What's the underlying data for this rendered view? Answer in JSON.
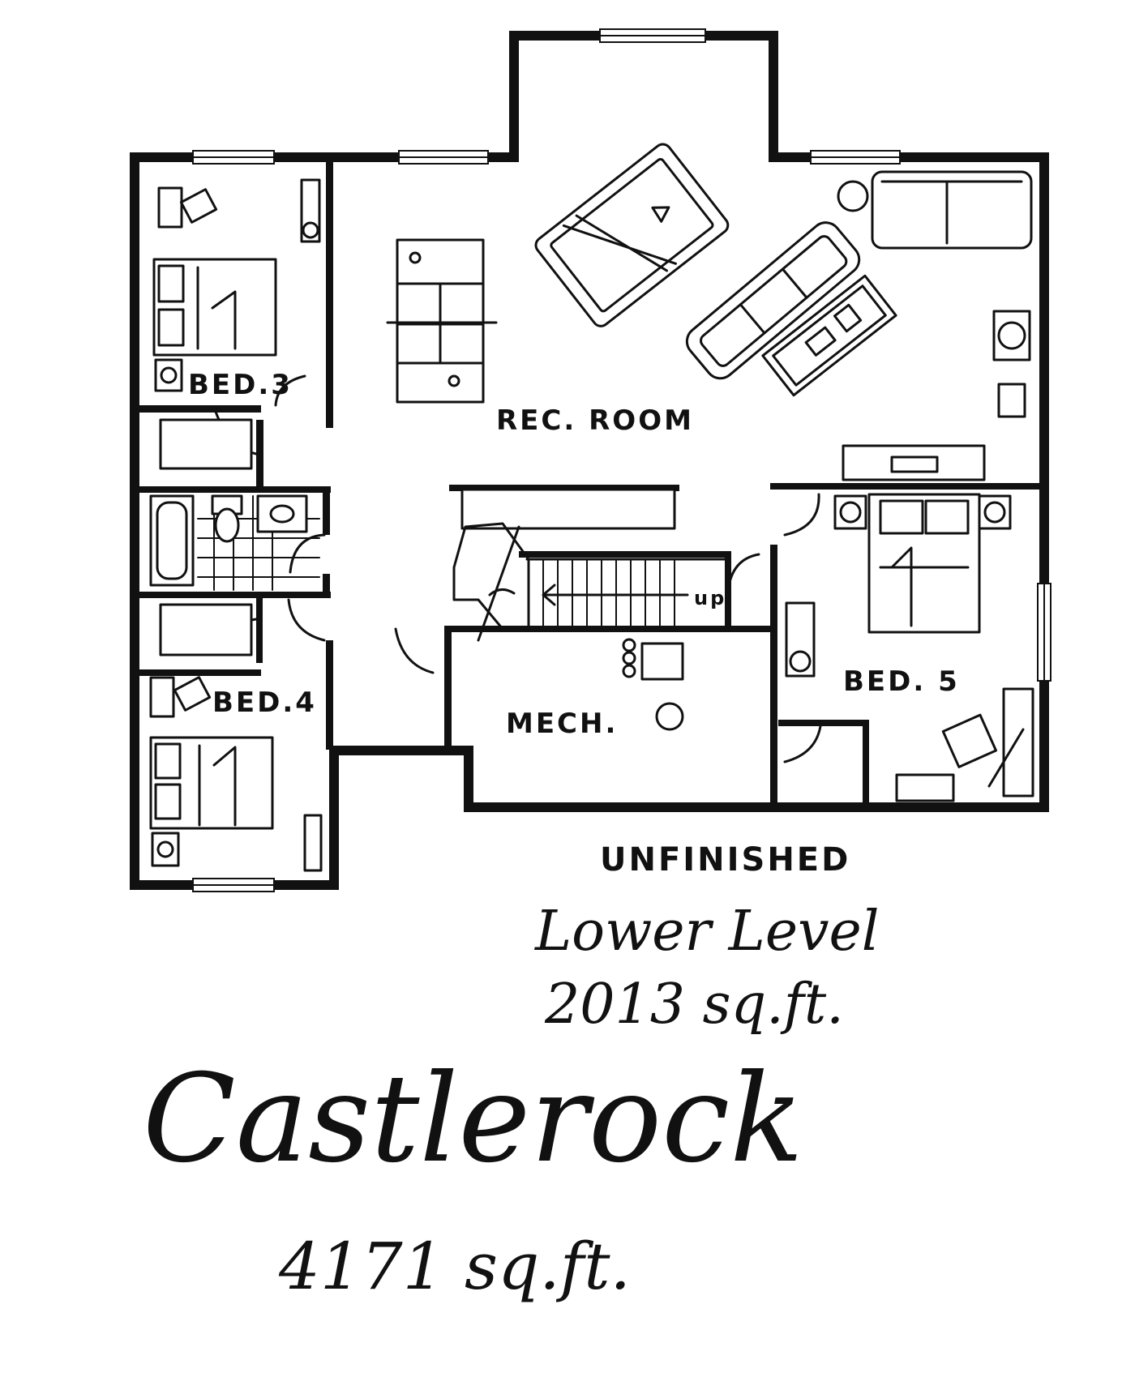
{
  "rooms": {
    "bed3": "BED.3",
    "bed4": "BED.4",
    "bed5": "BED. 5",
    "rec_room": "REC. ROOM",
    "mech": "MECH.",
    "stair_up": "up"
  },
  "captions": {
    "unfinished": "UNFINISHED",
    "level": "Lower Level",
    "level_area": "2013 sq.ft.",
    "plan_name": "Castlerock",
    "total_area": "4171 sq.ft."
  }
}
